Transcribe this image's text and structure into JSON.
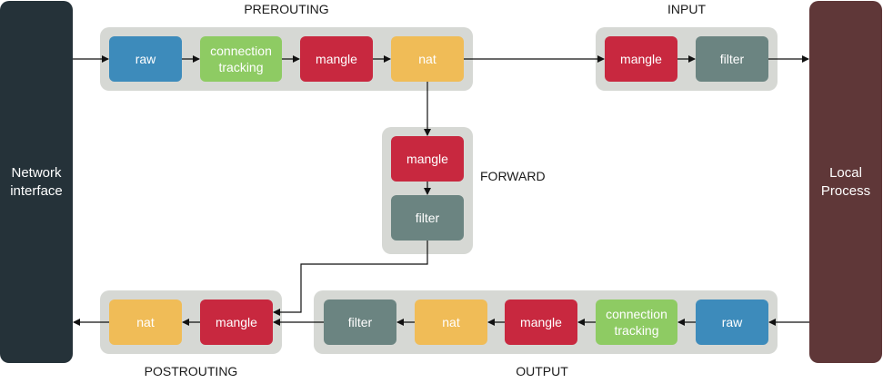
{
  "colors": {
    "raw": "#3d8bbb",
    "connection_tracking": "#8ecb63",
    "mangle": "#c8283f",
    "nat": "#f0bc57",
    "filter": "#6b8481",
    "group_bg": "#d6d8d4",
    "network_interface": "#253239",
    "local_process": "#5f3738",
    "arrow": "#111111"
  },
  "network_interface": {
    "label": "Network\ninterface"
  },
  "local_process": {
    "label": "Local\nProcess"
  },
  "prerouting": {
    "title": "PREROUTING",
    "stages": [
      "raw",
      "connection\ntracking",
      "mangle",
      "nat"
    ]
  },
  "input": {
    "title": "INPUT",
    "stages": [
      "mangle",
      "filter"
    ]
  },
  "forward": {
    "title": "FORWARD",
    "stages": [
      "mangle",
      "filter"
    ]
  },
  "postrouting": {
    "title": "POSTROUTING",
    "stages": [
      "nat",
      "mangle"
    ]
  },
  "output": {
    "title": "OUTPUT",
    "stages": [
      "filter",
      "nat",
      "mangle",
      "connection\ntracking",
      "raw"
    ]
  }
}
